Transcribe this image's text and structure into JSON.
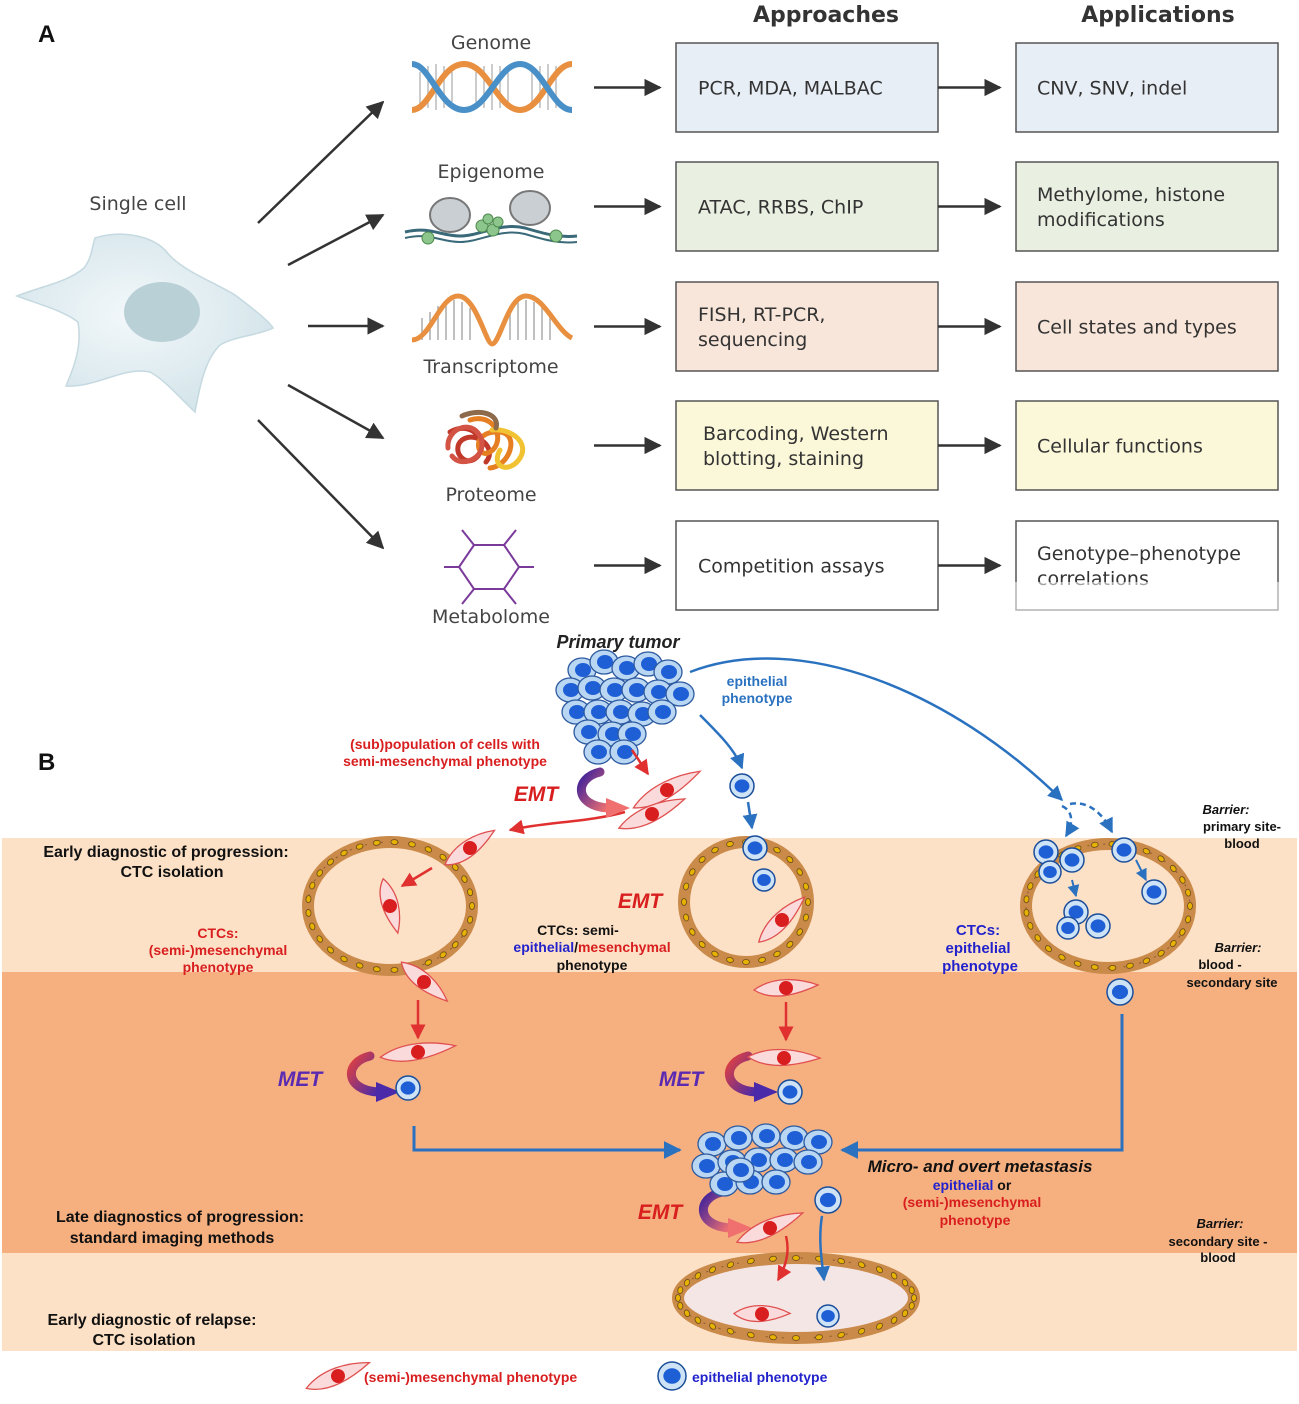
{
  "panel_a": {
    "label": "A",
    "approaches_header": "Approaches",
    "applications_header": "Applications",
    "single_cell": "Single cell",
    "rows": [
      {
        "omics": "Genome",
        "approach": [
          "PCR, MDA, MALBAC"
        ],
        "application": [
          "CNV, SNV, indel"
        ],
        "fill": "#e8eef6"
      },
      {
        "omics": "Epigenome",
        "approach": [
          "ATAC, RRBS, ChIP"
        ],
        "application": [
          "Methylome, histone",
          "modifications"
        ],
        "fill": "#e9efe1"
      },
      {
        "omics": "Transcriptome",
        "approach": [
          "FISH, RT-PCR,",
          "sequencing"
        ],
        "application": [
          "Cell states and types"
        ],
        "fill": "#f8e6da"
      },
      {
        "omics": "Proteome",
        "approach": [
          "Barcoding, Western",
          "blotting, staining"
        ],
        "application": [
          "Cellular functions"
        ],
        "fill": "#fbf7d9"
      },
      {
        "omics": "Metabolome",
        "approach": [
          "Competition assays"
        ],
        "application": [
          "Genotype–phenotype",
          "correlations"
        ],
        "fill": "#ffffff"
      }
    ]
  },
  "panel_b": {
    "label": "B",
    "primary_tumor": "Primary tumor",
    "epithelial_phenotype": [
      "epithelial",
      "phenotype"
    ],
    "subpopulation": [
      "(sub)population of cells with",
      "semi-mesenchymal phenotype"
    ],
    "emt": "EMT",
    "met": "MET",
    "early_dx_progression": [
      "Early diagnostic of progression:",
      "CTC isolation"
    ],
    "ctcs_mesenchymal": [
      "CTCs:",
      "(semi-)mesenchymal",
      "phenotype"
    ],
    "ctcs_semi_prefix": "CTCs: semi-",
    "ctcs_semi_epithelial": "epithelial",
    "ctcs_semi_slash": "/",
    "ctcs_semi_mesenchymal": "mesenchymal",
    "ctcs_semi_suffix": "phenotype",
    "ctcs_epithelial": [
      "CTCs:",
      "epithelial",
      "phenotype"
    ],
    "barrier_primary_title": "Barrier:",
    "barrier_primary": [
      "primary site-",
      "blood"
    ],
    "barrier_blood_title": "Barrier:",
    "barrier_blood": [
      "blood -",
      "secondary site"
    ],
    "barrier_secondary_title": "Barrier:",
    "barrier_secondary": [
      "secondary site -",
      "blood"
    ],
    "metastasis_title": "Micro- and overt metastasis",
    "metastasis_epithelial": "epithelial",
    "metastasis_or": " or",
    "metastasis_mesenchymal": [
      "(semi-)mesenchymal",
      "phenotype"
    ],
    "late_dx": [
      "Late diagnostics of progression:",
      "standard imaging methods"
    ],
    "early_dx_relapse": [
      "Early diagnostic of relapse:",
      "CTC isolation"
    ],
    "legend_mesenchymal": "(semi-)mesenchymal phenotype",
    "legend_epithelial": "epithelial phenotype"
  },
  "colors": {
    "band_light": "#fde1c6",
    "band_dark": "#f6b080",
    "red": "#d81e1e",
    "blue_text": "#2222cc",
    "arrow_blue": "#2a72c0",
    "cell_blue": "#1f5fd6",
    "cell_light": "#a9cdf0",
    "emt_purple": "#5a2bb0"
  }
}
